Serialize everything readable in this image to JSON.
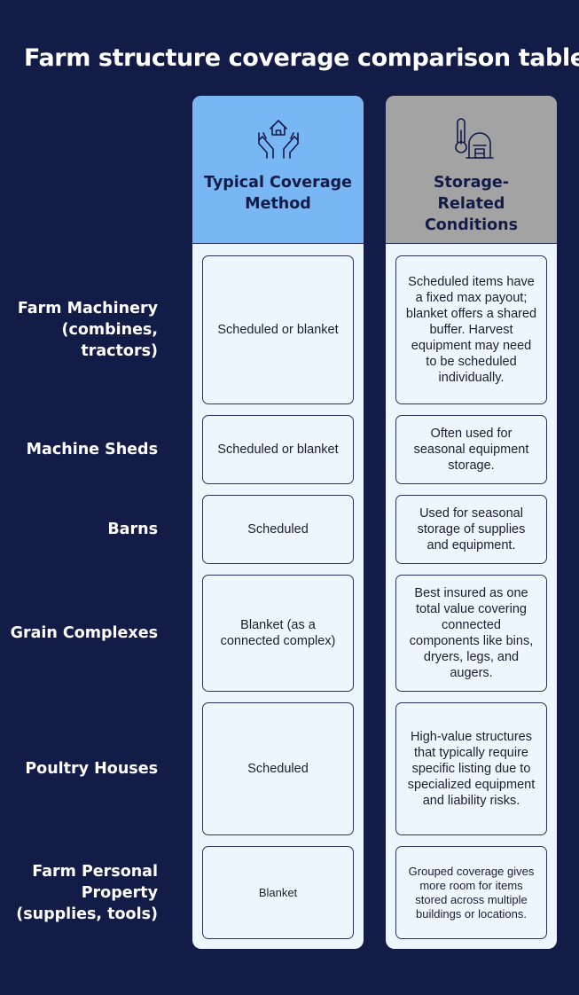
{
  "title": "Farm structure coverage comparison table",
  "columns": [
    {
      "title": "Typical Coverage Method",
      "icon": "hands-house-icon"
    },
    {
      "title": "Storage-Related Conditions",
      "icon": "thermometer-shed-icon"
    }
  ],
  "rows": [
    {
      "label": "Farm Machinery (combines, tractors)",
      "method": "Scheduled or blanket",
      "conditions": "Scheduled items have a fixed max payout; blanket offers a shared buffer. Harvest equipment may need to be scheduled individually."
    },
    {
      "label": "Machine Sheds",
      "method": "Scheduled or blanket",
      "conditions": "Often used for seasonal equipment storage."
    },
    {
      "label": "Barns",
      "method": "Scheduled",
      "conditions": "Used for seasonal storage of supplies and equipment."
    },
    {
      "label": "Grain Complexes",
      "method": "Blanket (as a connected complex)",
      "conditions": "Best insured as one total value covering connected components like bins, dryers, legs, and augers."
    },
    {
      "label": "Poultry Houses",
      "method": "Scheduled",
      "conditions": "High-value structures that typically require specific listing due to specialized equipment and liability risks."
    },
    {
      "label": "Farm Personal Property (supplies, tools)",
      "method": "Blanket",
      "conditions": "Grouped coverage gives more room for items stored across multiple buildings or locations."
    }
  ]
}
